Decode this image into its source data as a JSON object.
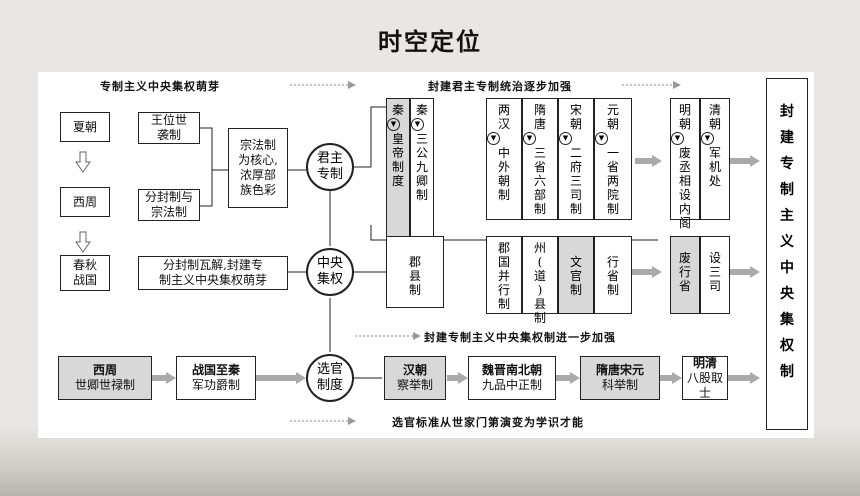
{
  "title": "时空定位",
  "bands": {
    "top_left": "专制主义中央集权萌芽",
    "top_right": "封建君主专制统治逐步加强",
    "middle": "封建专制主义中央集权制进一步加强",
    "bottom": "选官标准从世家门第演变为学识才能"
  },
  "left": {
    "xia": "夏朝",
    "xizhou": "西周",
    "chunqiu": [
      "春秋",
      "战国"
    ],
    "wangwei": [
      "王位世",
      "袭制"
    ],
    "fenfeng": [
      "分封制与",
      "宗法制"
    ],
    "zongfa": [
      "宗法制",
      "为核心,",
      "浓厚部",
      "族色彩"
    ],
    "wajie": [
      "分封制瓦解,封建专",
      "制主义中央集权萌芽"
    ]
  },
  "circles": {
    "junzhu": [
      "君主",
      "专制"
    ],
    "zhongyang": [
      "中央",
      "集权"
    ],
    "xuanguan": [
      "选官",
      "制度"
    ]
  },
  "top_cols": [
    {
      "text": "秦",
      "gray": true
    },
    {
      "text": "皇帝制度",
      "gray": true
    },
    {
      "text": "秦",
      "gray": false
    },
    {
      "text": "三公九卿制",
      "gray": false
    },
    {
      "text": "两汉",
      "gray": false
    },
    {
      "text": "中外朝制",
      "gray": false
    },
    {
      "text": "隋唐",
      "gray": false
    },
    {
      "text": "三省六部制",
      "gray": false
    },
    {
      "text": "宋朝",
      "gray": false
    },
    {
      "text": "二府三司制",
      "gray": false
    },
    {
      "text": "元朝",
      "gray": false
    },
    {
      "text": "一省两院制",
      "gray": false
    },
    {
      "text": "明朝",
      "gray": false
    },
    {
      "text": "废丞相设内阁",
      "gray": false
    },
    {
      "text": "清朝",
      "gray": false
    },
    {
      "text": "军机处",
      "gray": false
    }
  ],
  "mid_cols": {
    "junxian": "郡县制",
    "junguo": "郡国并行制",
    "zhou": "州(道)县制",
    "wenguan": "文官制",
    "xingsheng": "行省制",
    "feixing": "废行省",
    "shesan": "设三司"
  },
  "right_label": "封建专制主义中央集权制",
  "bottom_row": [
    {
      "a": "西周",
      "b": "世卿世禄制",
      "gray": true
    },
    {
      "a": "战国至秦",
      "b": "军功爵制",
      "gray": false
    },
    {
      "a": "汉朝",
      "b": "察举制",
      "gray": true
    },
    {
      "a": "魏晋南北朝",
      "b": "九品中正制",
      "gray": false
    },
    {
      "a": "隋唐宋元",
      "b": "科举制",
      "gray": true
    },
    {
      "a": "明清",
      "b": "八股取士",
      "gray": false
    }
  ]
}
